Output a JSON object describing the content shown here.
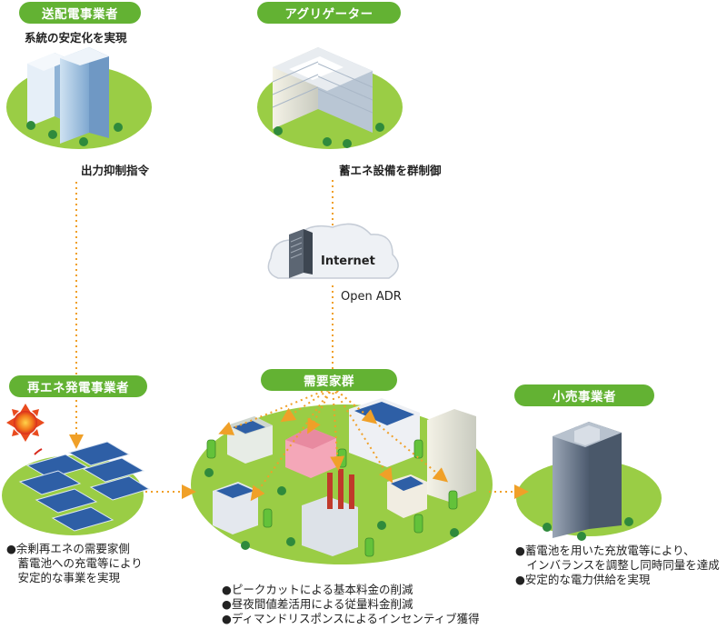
{
  "nodes": {
    "transmission": {
      "title": "送配電事業者",
      "caption": "系統の安定化を実現"
    },
    "aggregator": {
      "title": "アグリゲーター"
    },
    "renewable": {
      "title": "再エネ発電事業者"
    },
    "demand": {
      "title": "需要家群"
    },
    "retail": {
      "title": "小売事業者"
    }
  },
  "links": {
    "output_control": "出力抑制指令",
    "group_control": "蓄エネ設備を群制御",
    "internet": "Internet",
    "protocol": "Open ADR"
  },
  "notes": {
    "renewable": [
      "●余剰再エネの需要家側",
      "　蓄電池への充電等により",
      "　安定的な事業を実現"
    ],
    "demand": [
      "●ピークカットによる基本料金の削減",
      "●昼夜間値差活用による従量料金削減",
      "●ディマンドリスポンスによるインセンティブ獲得"
    ],
    "retail": [
      "●蓄電池を用いた充放電等により、",
      "　インバランスを調整し同時同量を達成",
      "●安定的な電力供給を実現"
    ]
  },
  "colors": {
    "green": "#63b233",
    "ground": "#9acd45",
    "arrow": "#f0a028"
  }
}
